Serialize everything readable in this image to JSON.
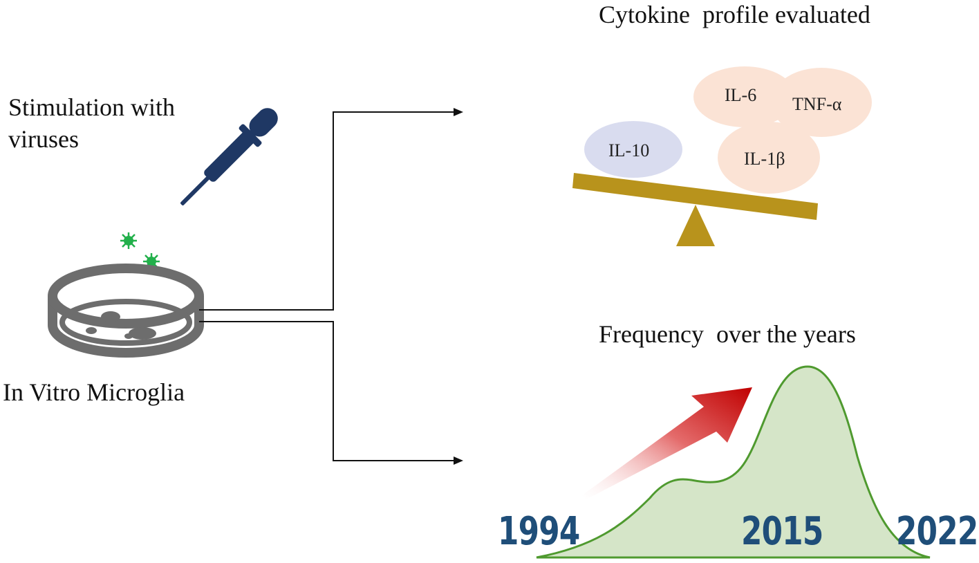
{
  "labels": {
    "stimulation_line1": "Stimulation with",
    "stimulation_line2": "viruses",
    "microglia": "In Vitro Microglia",
    "cytokine_title": "Cytokine  profile evaluated",
    "frequency_title": "Frequency  over the years"
  },
  "cytokines": {
    "il10": "IL-10",
    "il6": "IL-6",
    "tnf": "TNF-α",
    "il1b": "IL-1β"
  },
  "years": {
    "start": "1994",
    "peak": "2015",
    "end": "2022"
  },
  "colors": {
    "dropper": "#1f3864",
    "virus": "#22b04b",
    "dish": "#6d6d6d",
    "anti_inflammatory": "#d9dcef",
    "pro_inflammatory": "#fbe3d5",
    "scale": "#b8931c",
    "curve_fill": "#d5e5c8",
    "curve_stroke": "#4f9a2f",
    "trend_arrow": "#c00000",
    "year_text": "#1f4e79"
  }
}
